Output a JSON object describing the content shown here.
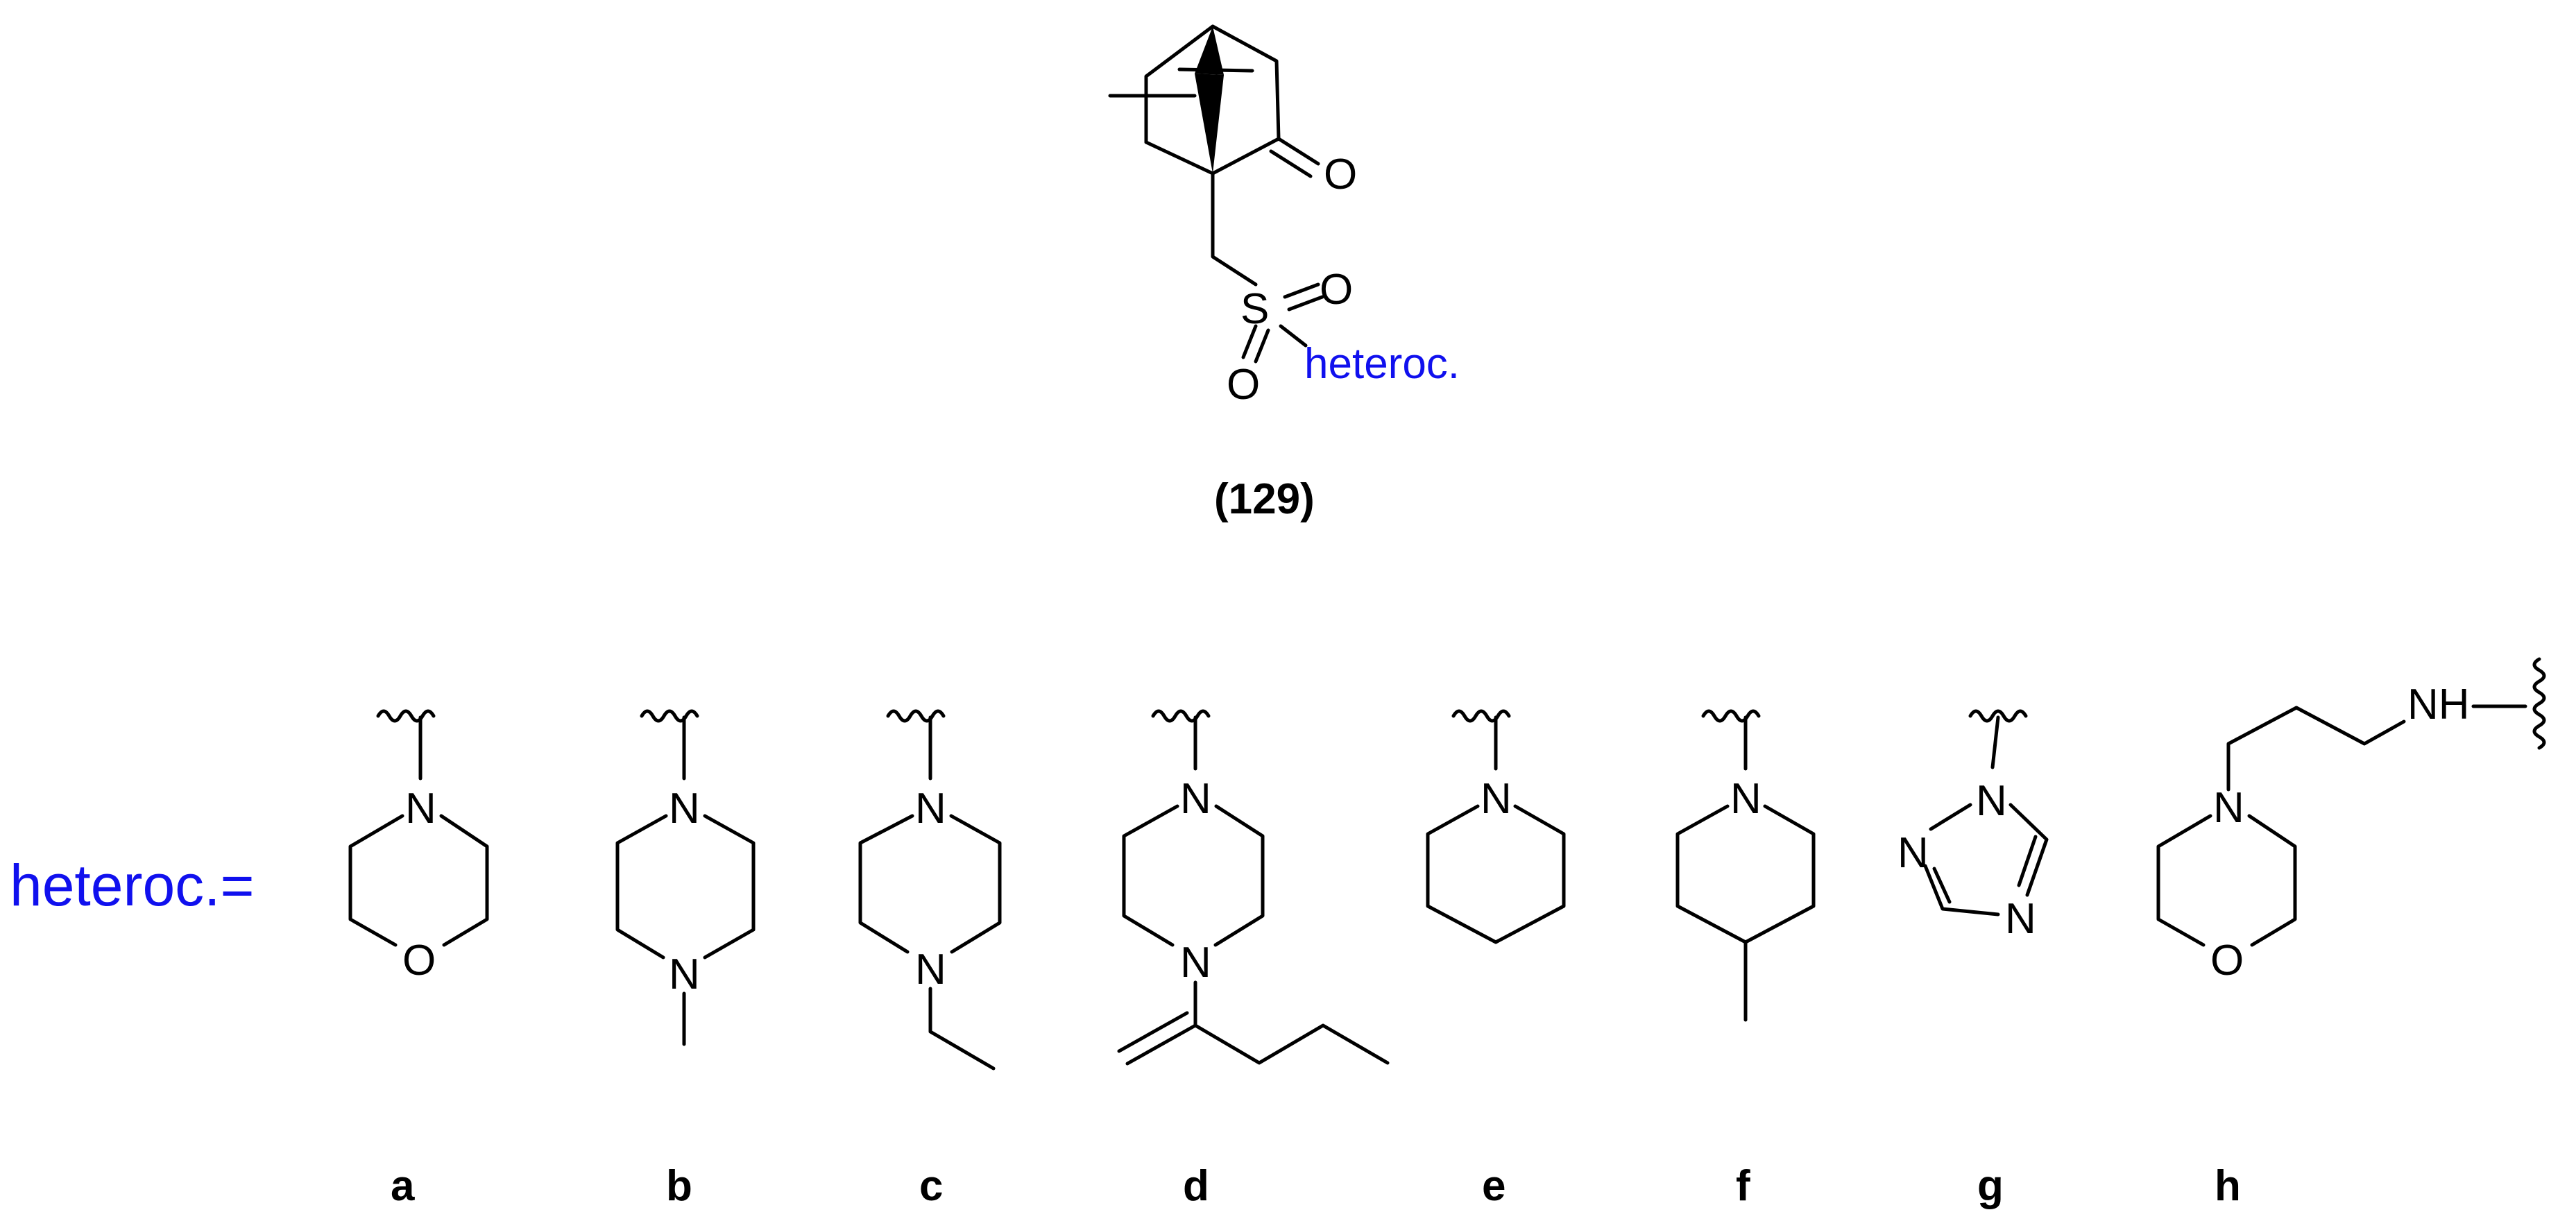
{
  "compound": {
    "label": "(129)",
    "carbonyl_atom": "O",
    "sulfur_atom": "S",
    "sulfonyl_o1": "O",
    "sulfonyl_o2": "O",
    "substituent": "heteroc."
  },
  "definition_label": "heteroc.=",
  "heterocycles": [
    {
      "id": "a",
      "label": "a",
      "atoms": [
        "N",
        "O"
      ]
    },
    {
      "id": "b",
      "label": "b",
      "atoms": [
        "N",
        "N"
      ]
    },
    {
      "id": "c",
      "label": "c",
      "atoms": [
        "N",
        "N"
      ]
    },
    {
      "id": "d",
      "label": "d",
      "atoms": [
        "N",
        "N"
      ]
    },
    {
      "id": "e",
      "label": "e",
      "atoms": [
        "N"
      ]
    },
    {
      "id": "f",
      "label": "f",
      "atoms": [
        "N"
      ]
    },
    {
      "id": "g",
      "label": "g",
      "atoms": [
        "N",
        "N",
        "N"
      ]
    },
    {
      "id": "h",
      "label": "h",
      "atoms": [
        "NH",
        "N",
        "O"
      ]
    }
  ],
  "colors": {
    "ink": "#000000",
    "heteroc": "#1010ee"
  }
}
